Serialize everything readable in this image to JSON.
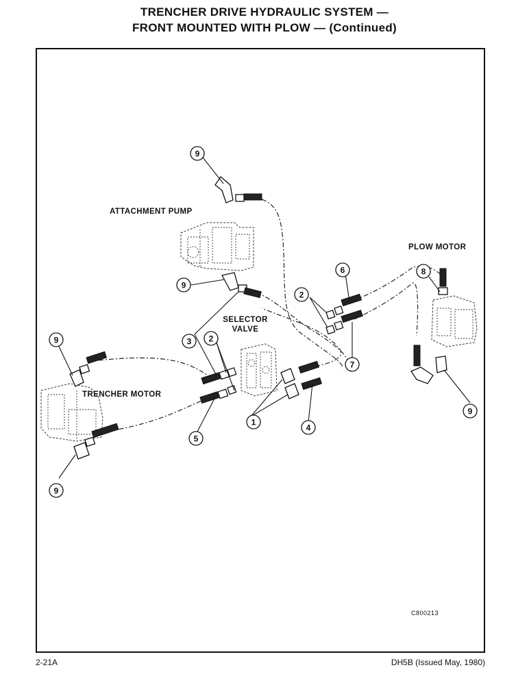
{
  "header": {
    "title_line1": "TRENCHER DRIVE HYDRAULIC SYSTEM —",
    "title_line2": "FRONT MOUNTED WITH PLOW — (Continued)"
  },
  "diagram": {
    "labels": {
      "attachment_pump": "ATTACHMENT PUMP",
      "selector_valve_1": "SELECTOR",
      "selector_valve_2": "VALVE",
      "trencher_motor": "TRENCHER MOTOR",
      "plow_motor": "PLOW MOTOR"
    },
    "callouts": {
      "c9_top": "9",
      "c9_pump": "9",
      "c9_left": "9",
      "c9_bottom_left": "9",
      "c9_right": "9",
      "c1": "1",
      "c2_left": "2",
      "c2_right": "2",
      "c3": "3",
      "c4": "4",
      "c5": "5",
      "c6": "6",
      "c7": "7",
      "c8": "8"
    },
    "figure_code": "C800213"
  },
  "footer": {
    "page_number": "2-21A",
    "doc_ref": "DH5B (Issued May, 1980)"
  }
}
